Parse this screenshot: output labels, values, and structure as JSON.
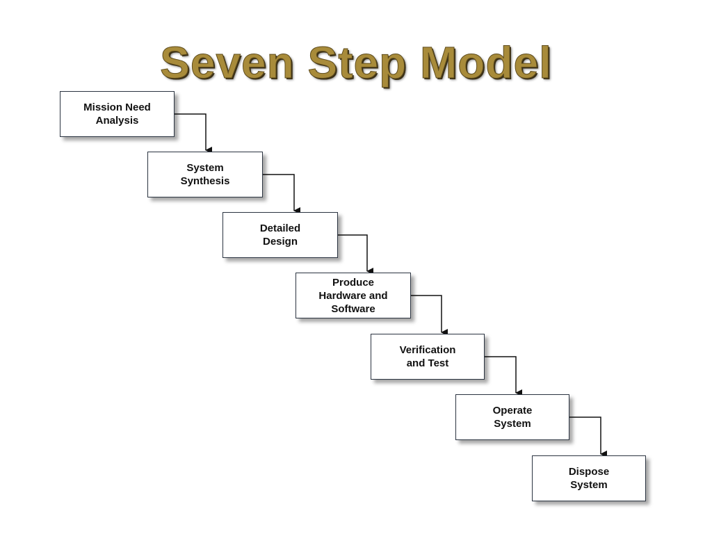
{
  "slide": {
    "title": "Seven Step Model",
    "title_color": "#a88b3a"
  },
  "diagram": {
    "type": "waterfall",
    "steps": [
      {
        "label": "Mission Need\nAnalysis"
      },
      {
        "label": "System\nSynthesis"
      },
      {
        "label": "Detailed\nDesign"
      },
      {
        "label": "Produce\nHardware and\nSoftware"
      },
      {
        "label": "Verification\nand Test"
      },
      {
        "label": "Operate\nSystem"
      },
      {
        "label": "Dispose\nSystem"
      }
    ],
    "box_border_color": "#2a3340",
    "arrow_color": "#111111"
  }
}
